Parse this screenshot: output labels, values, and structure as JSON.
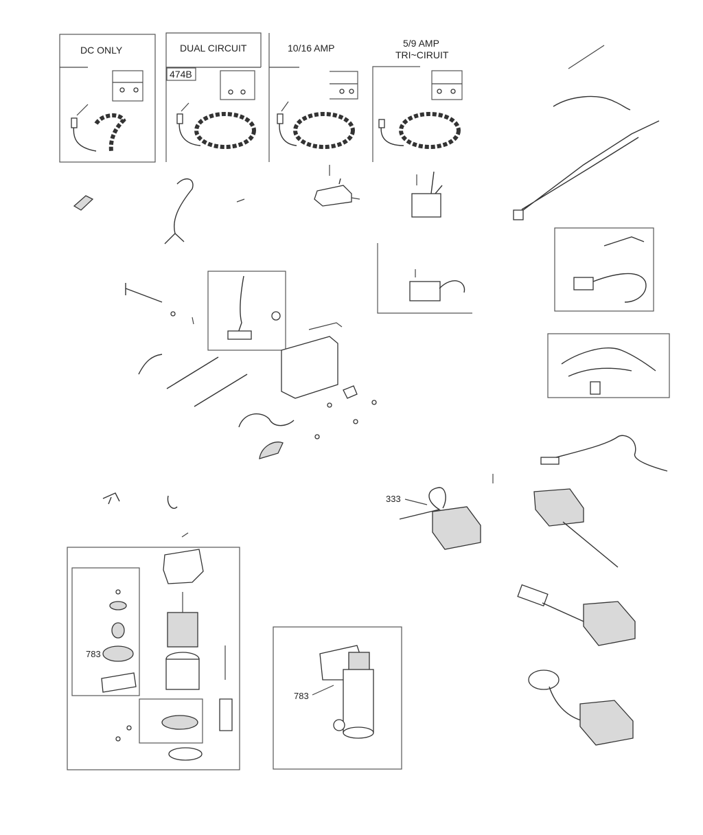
{
  "panels": {
    "dc_only": {
      "title": "DC ONLY"
    },
    "dual_circuit": {
      "title": "DUAL CIRCUIT",
      "callout": "474B"
    },
    "amp_10_16": {
      "title": "10/16 AMP"
    },
    "amp_5_9": {
      "title_line1": "5/9    AMP",
      "title_line2": "TRI~CIRUIT"
    }
  },
  "callouts": {
    "starter_gear": "783",
    "starter_motor": "783",
    "ignition": "333"
  }
}
